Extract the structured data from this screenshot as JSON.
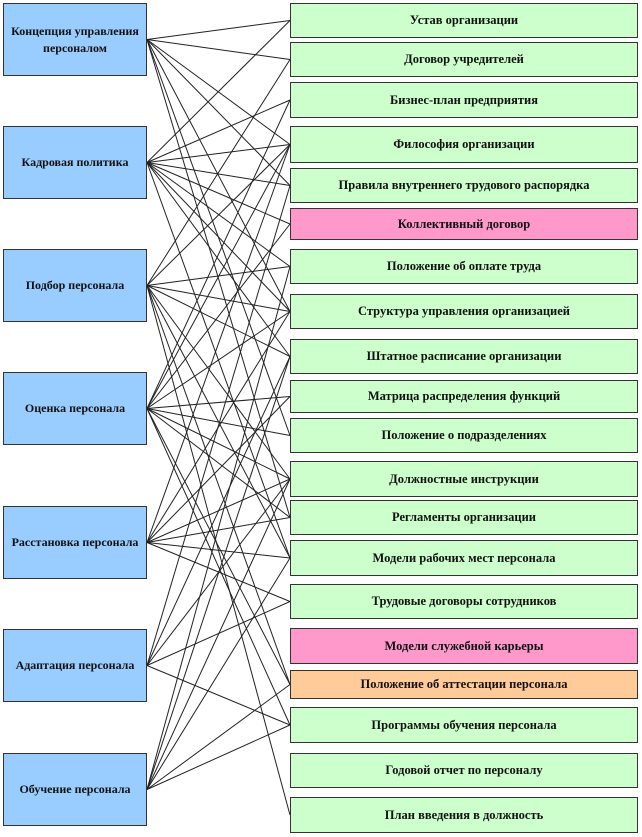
{
  "colors": {
    "left_fill": "#99ccff",
    "right_fill": "#ccffcc",
    "pink_fill": "#ff99cc",
    "orange_fill": "#ffcc99",
    "line": "#222222"
  },
  "left_blocks": [
    {
      "label": "Концепция управления персоналом"
    },
    {
      "label": "Кадровая политика"
    },
    {
      "label": "Подбор персонала"
    },
    {
      "label": "Оценка персонала"
    },
    {
      "label": "Расстановка персонала"
    },
    {
      "label": "Адаптация персонала"
    },
    {
      "label": "Обучение персонала"
    }
  ],
  "right_blocks": [
    {
      "label": "Устав организации",
      "color": "green"
    },
    {
      "label": "Договор учредителей",
      "color": "green"
    },
    {
      "label": "Бизнес-план предприятия",
      "color": "green"
    },
    {
      "label": "Философия организации",
      "color": "green"
    },
    {
      "label": "Правила внутреннего трудового распорядка",
      "color": "green"
    },
    {
      "label": "Коллективный договор",
      "color": "pink"
    },
    {
      "label": "Положение об оплате труда",
      "color": "green"
    },
    {
      "label": "Структура  управления организацией",
      "color": "green"
    },
    {
      "label": "Штатное расписание организации",
      "color": "green"
    },
    {
      "label": "Матрица распределения функций",
      "color": "green"
    },
    {
      "label": "Положение о подразделениях",
      "color": "green"
    },
    {
      "label": "Должностные инструкции",
      "color": "green"
    },
    {
      "label": "Регламенты организации",
      "color": "green"
    },
    {
      "label": "Модели рабочих мест персонала",
      "color": "green"
    },
    {
      "label": "Трудовые договоры сотрудников",
      "color": "green"
    },
    {
      "label": "Модели служебной карьеры",
      "color": "pink"
    },
    {
      "label": "Положение об аттестации персонала",
      "color": "orange"
    },
    {
      "label": "Программы обучения персонала",
      "color": "green"
    },
    {
      "label": "Годовой отчет по персоналу",
      "color": "green"
    },
    {
      "label": "План введения в должность",
      "color": "green"
    }
  ],
  "connections": [
    [
      0,
      0
    ],
    [
      0,
      1
    ],
    [
      0,
      3
    ],
    [
      0,
      4
    ],
    [
      0,
      7
    ],
    [
      0,
      10
    ],
    [
      0,
      12
    ],
    [
      1,
      0
    ],
    [
      1,
      2
    ],
    [
      1,
      3
    ],
    [
      1,
      4
    ],
    [
      1,
      5
    ],
    [
      1,
      6
    ],
    [
      1,
      7
    ],
    [
      1,
      8
    ],
    [
      1,
      13
    ],
    [
      2,
      1
    ],
    [
      2,
      3
    ],
    [
      2,
      6
    ],
    [
      2,
      7
    ],
    [
      2,
      8
    ],
    [
      2,
      11
    ],
    [
      2,
      13
    ],
    [
      2,
      16
    ],
    [
      2,
      19
    ],
    [
      3,
      2
    ],
    [
      3,
      3
    ],
    [
      3,
      5
    ],
    [
      3,
      7
    ],
    [
      3,
      9
    ],
    [
      3,
      10
    ],
    [
      3,
      11
    ],
    [
      3,
      12
    ],
    [
      3,
      16
    ],
    [
      3,
      17
    ],
    [
      4,
      3
    ],
    [
      4,
      7
    ],
    [
      4,
      9
    ],
    [
      4,
      11
    ],
    [
      4,
      12
    ],
    [
      4,
      13
    ],
    [
      4,
      14
    ],
    [
      5,
      4
    ],
    [
      5,
      8
    ],
    [
      5,
      11
    ],
    [
      5,
      14
    ],
    [
      5,
      17
    ],
    [
      6,
      6
    ],
    [
      6,
      8
    ],
    [
      6,
      11
    ],
    [
      6,
      13
    ],
    [
      6,
      16
    ],
    [
      6,
      17
    ]
  ]
}
